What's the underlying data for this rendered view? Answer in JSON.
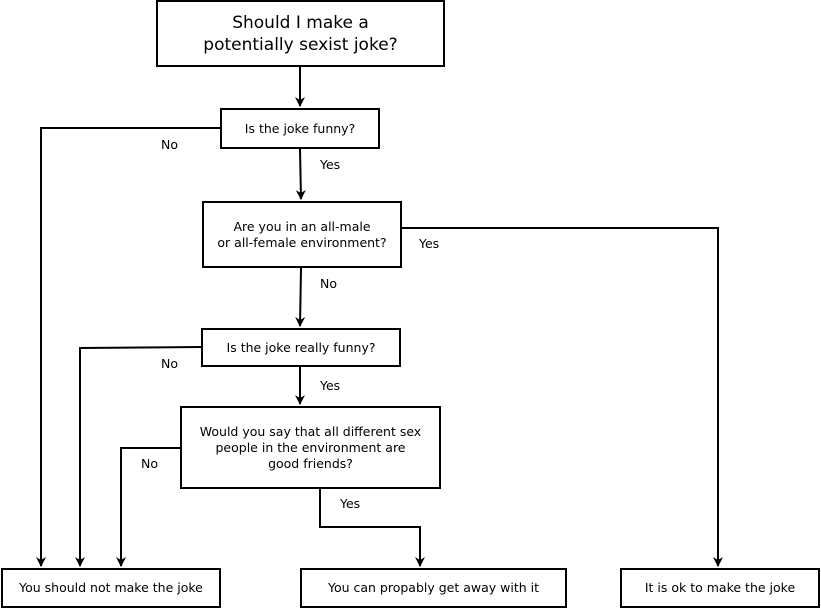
{
  "title": {
    "line1": "Should I make a",
    "line2": "potentially sexist joke?"
  },
  "questions": {
    "q1": "Is the joke funny?",
    "q2_line1": "Are you in an all-male",
    "q2_line2": "or all-female environment?",
    "q3": "Is the joke really funny?",
    "q4_line1": "Would you say that all different sex",
    "q4_line2": "people in the environment are",
    "q4_line3": "good friends?"
  },
  "outcomes": {
    "no": "You should not make the joke",
    "maybe": "You can propably get away with it",
    "ok": "It is ok to make the joke"
  },
  "edge_labels": {
    "q1_no": "No",
    "q1_yes": "Yes",
    "q2_yes": "Yes",
    "q2_no": "No",
    "q3_no": "No",
    "q3_yes": "Yes",
    "q4_no": "No",
    "q4_yes": "Yes"
  }
}
